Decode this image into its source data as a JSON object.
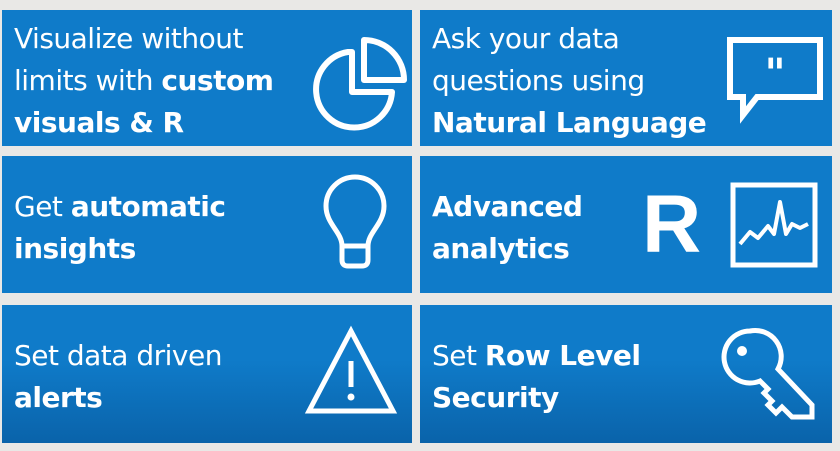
{
  "tiles": [
    {
      "lines": [
        {
          "normal": "Visualize without"
        },
        {
          "normal": "limits with ",
          "bold": "custom"
        },
        {
          "bold": "visuals & R"
        }
      ],
      "icon": "pie-chart-icon"
    },
    {
      "lines": [
        {
          "normal": "Ask your data"
        },
        {
          "normal": "questions using"
        },
        {
          "bold": "Natural Language"
        }
      ],
      "icon": "speech-bubble-quote-icon"
    },
    {
      "lines": [
        {
          "normal": "Get ",
          "bold": "automatic"
        },
        {
          "bold": "insights"
        }
      ],
      "icon": "lightbulb-icon"
    },
    {
      "lines": [
        {
          "bold": "Advanced"
        },
        {
          "bold": "analytics"
        }
      ],
      "icon": "line-chart-icon",
      "logo_letter": "R"
    },
    {
      "lines": [
        {
          "normal": "Set data driven"
        },
        {
          "bold": "alerts"
        }
      ],
      "icon": "warning-icon"
    },
    {
      "lines": [
        {
          "normal": "Set ",
          "bold": "Row Level"
        },
        {
          "bold": "Security"
        }
      ],
      "icon": "key-icon"
    }
  ],
  "colors": {
    "tile": "#0f7bc9",
    "background": "#e9e8e6",
    "text": "#ffffff"
  }
}
